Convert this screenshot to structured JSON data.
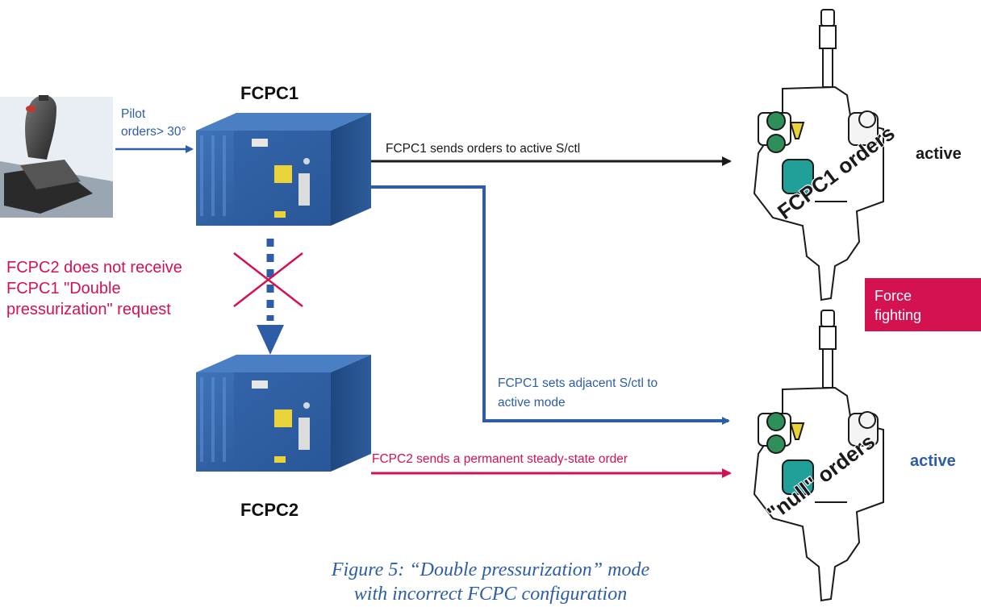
{
  "nodes": {
    "fcpc1": "FCPC1",
    "fcpc2": "FCPC2"
  },
  "pilot_label": "Pilot\norders> 30°",
  "failure_label": "FCPC2 does not receive\nFCPC1 \"Double\npressurization\" request",
  "edges": {
    "fcpc1_to_top": "FCPC1 sends orders to active S/ctl",
    "fcpc1_to_bottom": "FCPC1 sets adjacent S/ctl to\nactive mode",
    "fcpc2_to_bottom": "FCPC2 sends a permanent steady-state order"
  },
  "servo_top": {
    "overlay": "FCPC1 orders",
    "status": "active"
  },
  "servo_bottom": {
    "overlay": "\"null\" orders",
    "status": "active"
  },
  "force_fighting": "Force\nfighting",
  "caption": "Figure 5: “Double pressurization” mode\nwith incorrect FCPC configuration",
  "colors": {
    "blue": "#2e5da7",
    "red": "#d3124f",
    "black": "#1a1a1a",
    "box_blue": "#2f5fa0"
  }
}
